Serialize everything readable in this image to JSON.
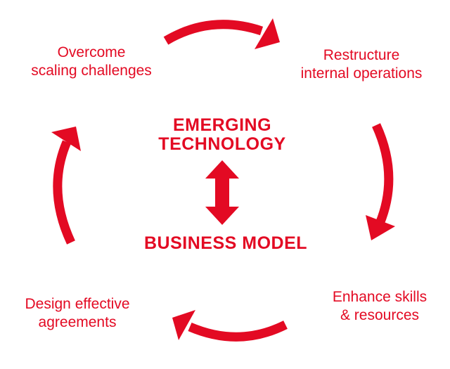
{
  "diagram": {
    "type": "cycle",
    "accent_color": "#e30a23",
    "center": {
      "top_lines": [
        "EMERGING",
        "TECHNOLOGY"
      ],
      "bottom_lines": [
        "BUSINESS MODEL"
      ],
      "connector": "double-headed vertical arrow"
    },
    "steps": [
      {
        "position": "top-left",
        "lines": [
          "Overcome",
          "scaling challenges"
        ]
      },
      {
        "position": "top-right",
        "lines": [
          "Restructure",
          "internal operations"
        ]
      },
      {
        "position": "bottom-right",
        "lines": [
          "Enhance skills",
          "& resources"
        ]
      },
      {
        "position": "bottom-left",
        "lines": [
          "Design effective",
          "agreements"
        ]
      }
    ],
    "cycle_direction": "clockwise",
    "arrows": [
      {
        "from": "top-left",
        "to": "top-right"
      },
      {
        "from": "top-right",
        "to": "bottom-right"
      },
      {
        "from": "bottom-right",
        "to": "bottom-left"
      },
      {
        "from": "bottom-left",
        "to": "top-left"
      }
    ]
  }
}
